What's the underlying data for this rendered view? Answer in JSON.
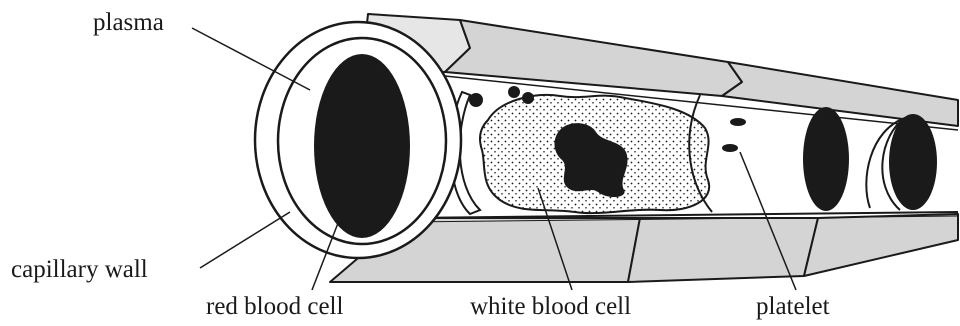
{
  "labels": {
    "plasma": "plasma",
    "capillary_wall": "capillary wall",
    "red_blood_cell": "red blood cell",
    "white_blood_cell": "white blood cell",
    "platelet": "platelet"
  },
  "colors": {
    "ink": "#1a1a1a",
    "wall_grey": "#d4d4d4",
    "wall_dark": "#9a9a9a",
    "background": "#ffffff"
  }
}
